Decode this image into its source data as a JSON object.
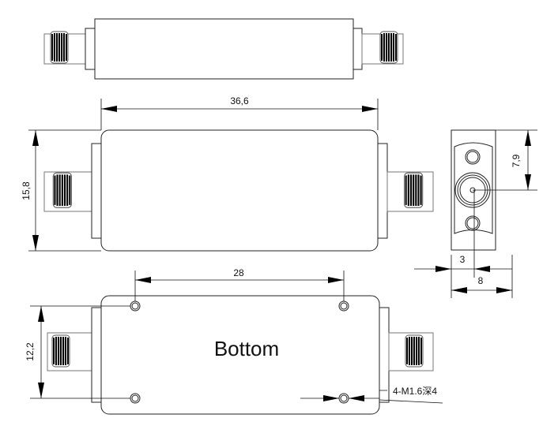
{
  "views": {
    "top": {},
    "front": {
      "length_dim": "36,6",
      "height_dim": "15,8"
    },
    "side": {
      "offset_dim": "7,9",
      "connector_offset_dim": "3",
      "width_dim": "8"
    },
    "bottom": {
      "label": "Bottom",
      "hole_spacing_dim": "28",
      "hole_vertical_dim": "12,2",
      "hole_note": "4-M1.6深4"
    }
  }
}
